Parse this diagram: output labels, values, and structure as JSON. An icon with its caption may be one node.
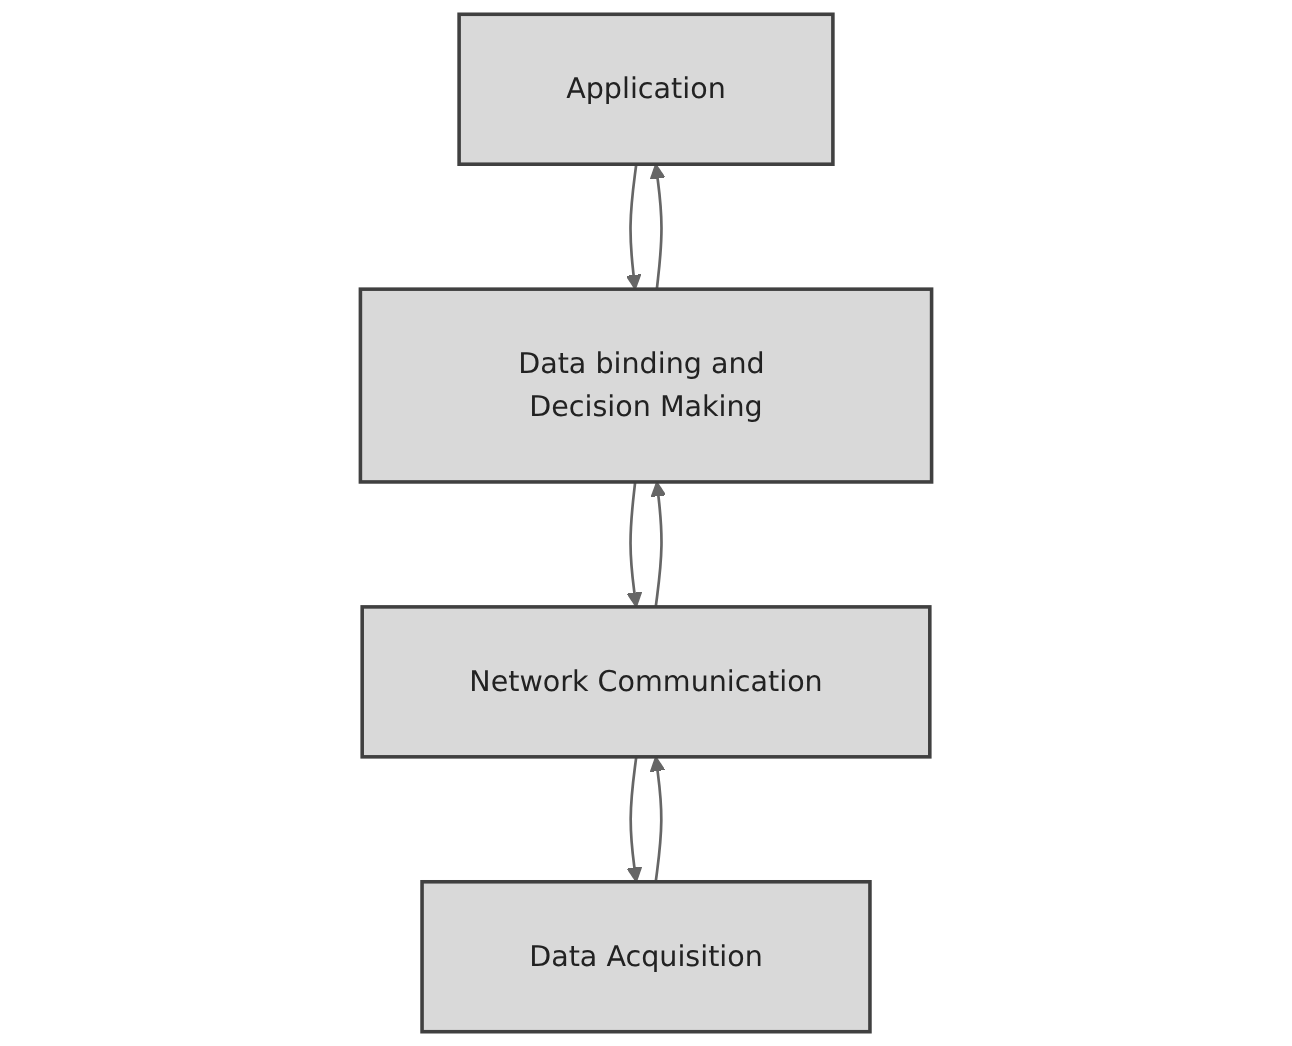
{
  "diagram": {
    "nodes": [
      {
        "text": [
          "Application"
        ]
      },
      {
        "text": [
          "Data binding and Decision Making"
        ]
      },
      {
        "text": [
          "Network Communication"
        ]
      },
      {
        "text": [
          "Data Acquisition"
        ]
      }
    ],
    "edges": [
      {
        "from": 1,
        "to": 0,
        "arrow": "to"
      },
      {
        "from": 0,
        "to": 1,
        "arrow": "to"
      },
      {
        "from": 2,
        "to": 1,
        "arrow": "to"
      },
      {
        "from": 1,
        "to": 2,
        "arrow": "to"
      },
      {
        "from": 3,
        "to": 2,
        "arrow": "to"
      },
      {
        "from": 2,
        "to": 3,
        "arrow": "to"
      }
    ]
  }
}
